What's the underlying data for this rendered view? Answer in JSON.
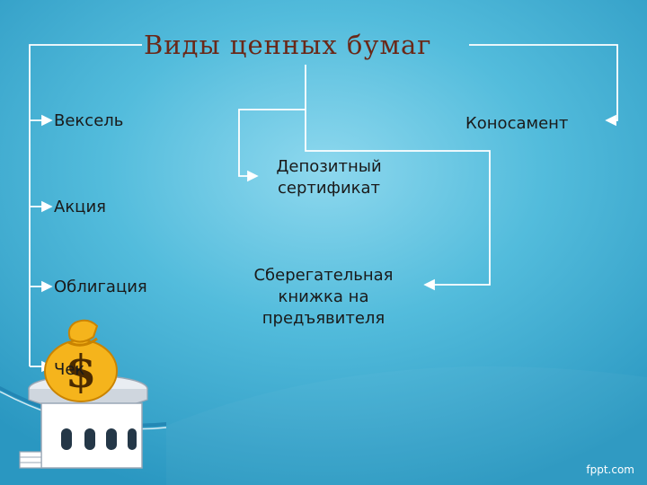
{
  "diagram": {
    "title": "Виды ценных бумаг",
    "left_items": [
      "Вексель",
      "Акция",
      "Облигация",
      "Чек"
    ],
    "right_item": "Коносамент",
    "center_top": [
      "Депозитный",
      "сертификат"
    ],
    "center_bottom": [
      "Сберегательная",
      "книжка на",
      "предъявителя"
    ]
  },
  "footer": {
    "text": "fppt.com"
  },
  "colors": {
    "background": "#53bcdc",
    "title": "#6a2818",
    "connector": "#ffffff"
  },
  "icons": {
    "money": "money-bag-icon",
    "building": "bank-building-icon"
  }
}
